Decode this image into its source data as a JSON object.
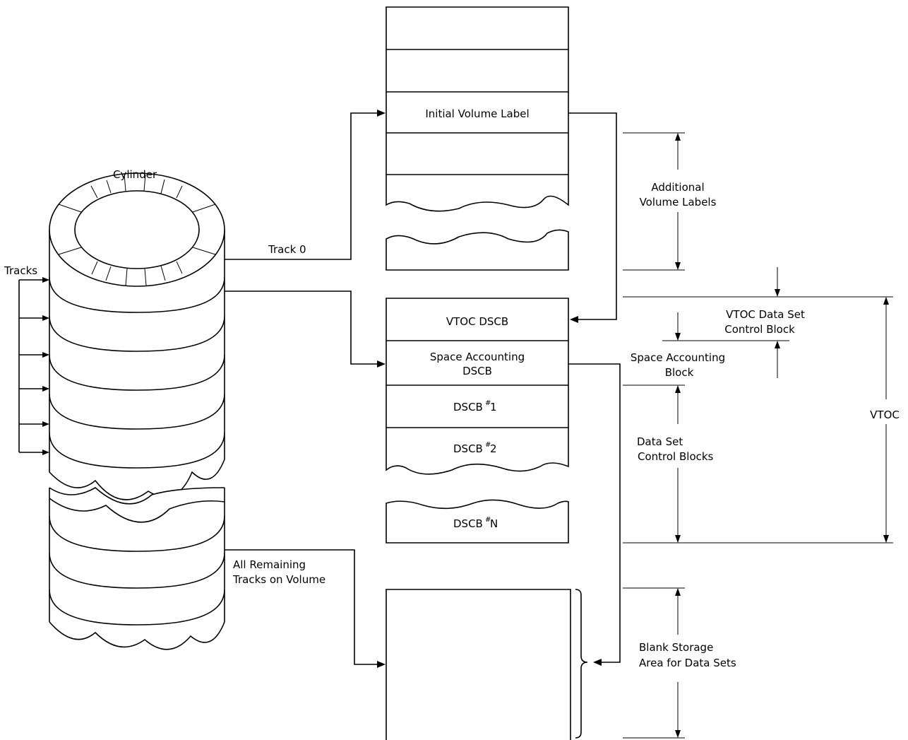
{
  "labels": {
    "cylinder": "Cylinder",
    "tracks": "Tracks",
    "track0": "Track 0",
    "all_remaining_1": "All Remaining",
    "all_remaining_2": "Tracks on Volume",
    "initial_volume_label": "Initial Volume Label",
    "additional_1": "Additional",
    "additional_2": "Volume Labels",
    "vtoc_dscb": "VTOC DSCB",
    "space_acct_dscb_1": "Space Accounting",
    "space_acct_dscb_2": "DSCB",
    "dscb1": "DSCB",
    "dscb1_num": "1",
    "dscb2": "DSCB",
    "dscb2_num": "2",
    "dscbn": "DSCB",
    "dscbn_num": "N",
    "hash": "#",
    "vtoc_dscb_block_1": "VTOC Data Set",
    "vtoc_dscb_block_2": "Control Block",
    "space_acct_block_1": "Space Accounting",
    "space_acct_block_2": "Block",
    "data_set_1": "Data Set",
    "data_set_2": "Control Blocks",
    "vtoc": "VTOC",
    "blank_1": "Blank Storage",
    "blank_2": "Area for Data Sets"
  }
}
